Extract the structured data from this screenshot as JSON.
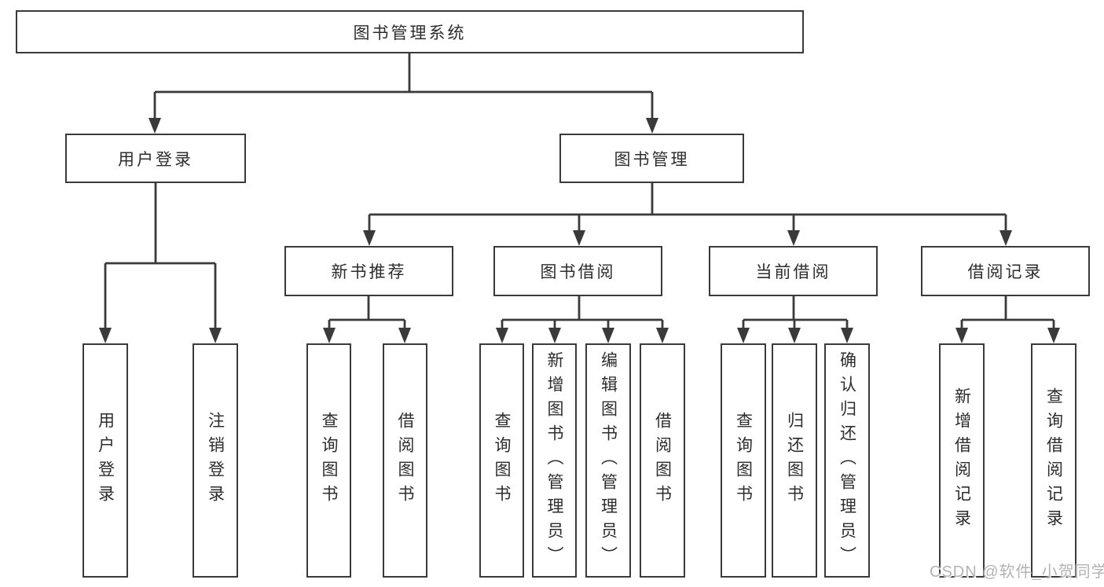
{
  "diagram": {
    "type": "tree",
    "root": {
      "label": "图书管理系统",
      "children": [
        {
          "label": "用户登录",
          "children": [
            {
              "label": "用户登录"
            },
            {
              "label": "注销登录"
            }
          ]
        },
        {
          "label": "图书管理",
          "children": [
            {
              "label": "新书推荐",
              "children": [
                {
                  "label": "查询图书"
                },
                {
                  "label": "借阅图书"
                }
              ]
            },
            {
              "label": "图书借阅",
              "children": [
                {
                  "label": "查询图书"
                },
                {
                  "label": "新增图书（管理员）"
                },
                {
                  "label": "编辑图书（管理员）"
                },
                {
                  "label": "借阅图书"
                }
              ]
            },
            {
              "label": "当前借阅",
              "children": [
                {
                  "label": "查询图书"
                },
                {
                  "label": "归还图书"
                },
                {
                  "label": "确认归还（管理员）"
                }
              ]
            },
            {
              "label": "借阅记录",
              "children": [
                {
                  "label": "新增借阅记录"
                },
                {
                  "label": "查询借阅记录"
                }
              ]
            }
          ]
        }
      ]
    },
    "colors": {
      "line": "#3a3a3a",
      "box_fill": "#ffffff",
      "text": "#2d2d2d",
      "background": "#ffffff",
      "watermark": "#b3b3b3"
    }
  },
  "watermark": {
    "text": "CSDN @软件_小贺同学"
  }
}
